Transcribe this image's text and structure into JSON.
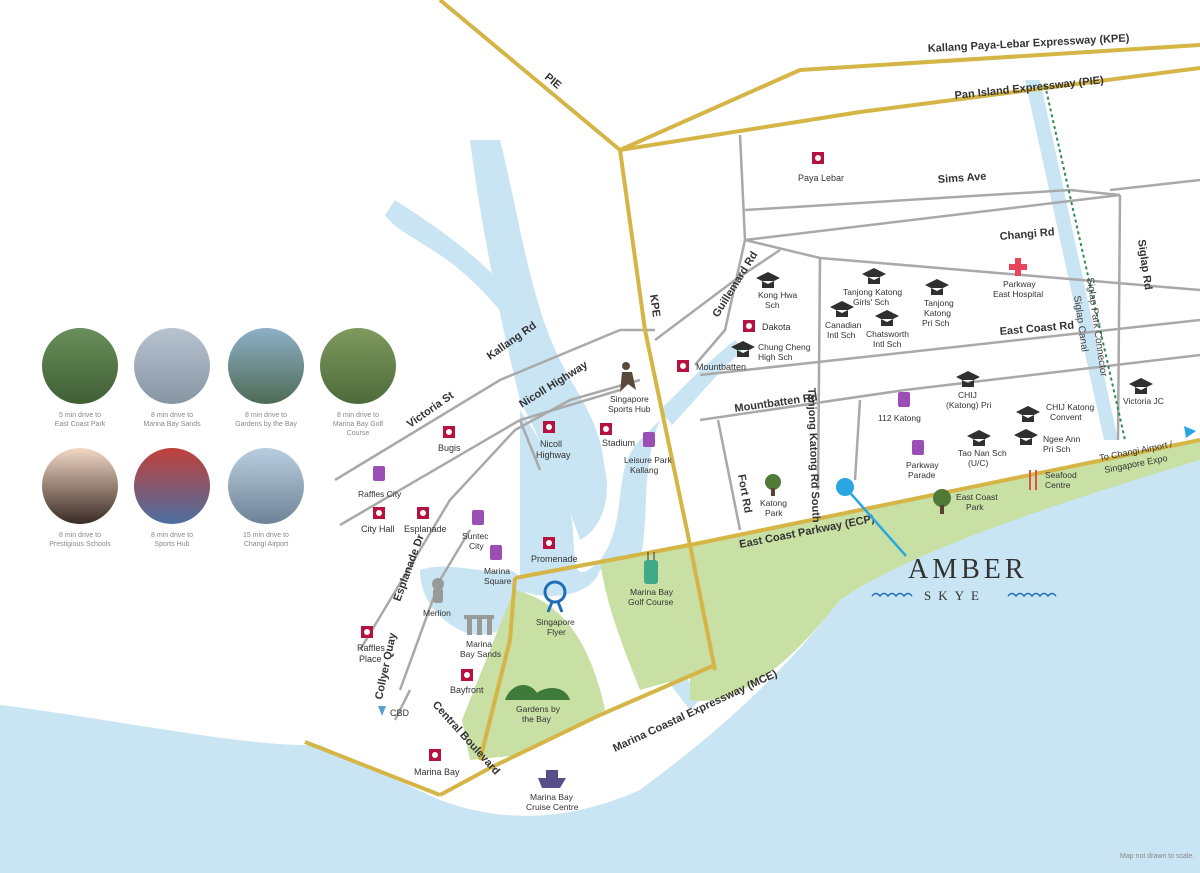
{
  "colors": {
    "sea": "#c9e4f3",
    "park": "#c9e0a4",
    "expressway": "#d4b546",
    "road": "#a9a9a9",
    "mrt": "#b5123f",
    "mall": "#9b4fb4",
    "marker": "#2aa7e0"
  },
  "expressways": {
    "kpe_top": "Kallang Paya-Lebar Expressway (KPE)",
    "pie_top": "Pan Island Expressway (PIE)",
    "pie_left": "PIE",
    "kpe_mid": "KPE",
    "ecp": "East Coast Parkway (ECP)",
    "mce": "Marina Coastal Expressway (MCE)",
    "changi": "To Changi Airport /",
    "changi2": "Singapore Expo"
  },
  "roads": {
    "sims": "Sims Ave",
    "changi_rd": "Changi Rd",
    "guillemard": "Guillemard Rd",
    "east_coast_rd": "East Coast Rd",
    "mountbatten": "Mountbatten Rd",
    "tanjong_katong": "Tanjong Katong Rd South",
    "fort": "Fort Rd",
    "siglap": "Siglap Rd",
    "siglap_pc": "Siglap Park Connector",
    "siglap_canal": "Siglap Canal",
    "kallang": "Kallang Rd",
    "victoria": "Victoria St",
    "nicoll": "Nicoll Highway",
    "esplanade_dr": "Esplanade Dr",
    "collyer": "Collyer Quay",
    "central_blvd": "Central Boulevard",
    "cbd": "CBD"
  },
  "mrt": {
    "paya_lebar": "Paya Lebar",
    "dakota": "Dakota",
    "mountbatten": "Mountbatten",
    "stadium": "Stadium",
    "nicoll": "Nicoll",
    "nicoll2": "Highway",
    "bugis": "Bugis",
    "city_hall": "City Hall",
    "esplanade": "Esplanade",
    "promenade": "Promenade",
    "raffles": "Raffles",
    "raffles2": "Place",
    "bayfront": "Bayfront",
    "marina_bay": "Marina Bay"
  },
  "schools": {
    "kong_hwa": "Kong Hwa",
    "kong_hwa2": "Sch",
    "tk_girls": "Tanjong Katong",
    "tk_girls2": "Girls' Sch",
    "tk_pri": "Tanjong",
    "tk_pri2": "Katong",
    "tk_pri3": "Pri Sch",
    "canadian": "Canadian",
    "canadian2": "Intl Sch",
    "chatsworth": "Chatsworth",
    "chatsworth2": "Intl Sch",
    "chung_cheng": "Chung Cheng",
    "chung_cheng2": "High Sch",
    "chij_katong": "CHIJ",
    "chij_katong2": "(Katong) Pri",
    "chij_convent": "CHIJ Katong",
    "chij_convent2": "Convent",
    "tao_nan": "Tao Nan Sch",
    "tao_nan2": "(U/C)",
    "ngee_ann": "Ngee Ann",
    "ngee_ann2": "Pri Sch",
    "victoria_jc": "Victoria JC"
  },
  "places": {
    "parkway_hospital": "Parkway",
    "parkway_hospital2": "East Hospital",
    "katong_112": "112 Katong",
    "parkway_parade": "Parkway",
    "parkway_parade2": "Parade",
    "katong_park": "Katong",
    "katong_park2": "Park",
    "east_coast_park": "East Coast",
    "east_coast_park2": "Park",
    "seafood": "Seafood",
    "seafood2": "Centre",
    "sports_hub": "Singapore",
    "sports_hub2": "Sports Hub",
    "leisure_park": "Leisure Park",
    "leisure_park2": "Kallang",
    "raffles_city": "Raffles City",
    "suntec": "Suntec",
    "suntec2": "City",
    "marina_square": "Marina",
    "marina_square2": "Square",
    "merlion": "Merlion",
    "mbs": "Marina",
    "mbs2": "Bay Sands",
    "flyer": "Singapore",
    "flyer2": "Flyer",
    "golf": "Marina Bay",
    "golf2": "Golf Course",
    "gardens": "Gardens by",
    "gardens2": "the Bay",
    "cruise": "Marina Bay",
    "cruise2": "Cruise Centre"
  },
  "brand": {
    "name": "AMBER",
    "sub": "SKYE"
  },
  "circles": [
    {
      "icon": "park-photo-icon",
      "l1": "5 min drive to",
      "l2": "East Coast Park",
      "l3": "",
      "c1": "#6a8f5a",
      "c2": "#3f5e35"
    },
    {
      "icon": "sands-photo-icon",
      "l1": "8 min drive to",
      "l2": "Marina Bay Sands",
      "l3": "",
      "c1": "#b7c3cf",
      "c2": "#8795a4"
    },
    {
      "icon": "gardens-photo-icon",
      "l1": "8 min drive to",
      "l2": "Gardens by the Bay",
      "l3": "",
      "c1": "#8eb0c8",
      "c2": "#4e6b55"
    },
    {
      "icon": "golf-photo-icon",
      "l1": "8 min drive to",
      "l2": "Marina Bay Golf",
      "l3": "Course",
      "c1": "#7e9a5e",
      "c2": "#4d6a3a"
    },
    {
      "icon": "schools-photo-icon",
      "l1": "8 min drive to",
      "l2": "Prestigious Schools",
      "l3": "",
      "c1": "#f1d8c6",
      "c2": "#3a2a24"
    },
    {
      "icon": "sports-photo-icon",
      "l1": "8 min drive to",
      "l2": "Sports Hub",
      "l3": "",
      "c1": "#c0403a",
      "c2": "#4a6fa0"
    },
    {
      "icon": "airport-photo-icon",
      "l1": "15 min drive to",
      "l2": "Changi Airport",
      "l3": "",
      "c1": "#b9cfe0",
      "c2": "#6e8496"
    }
  ],
  "note": "Map not drawn to scale."
}
